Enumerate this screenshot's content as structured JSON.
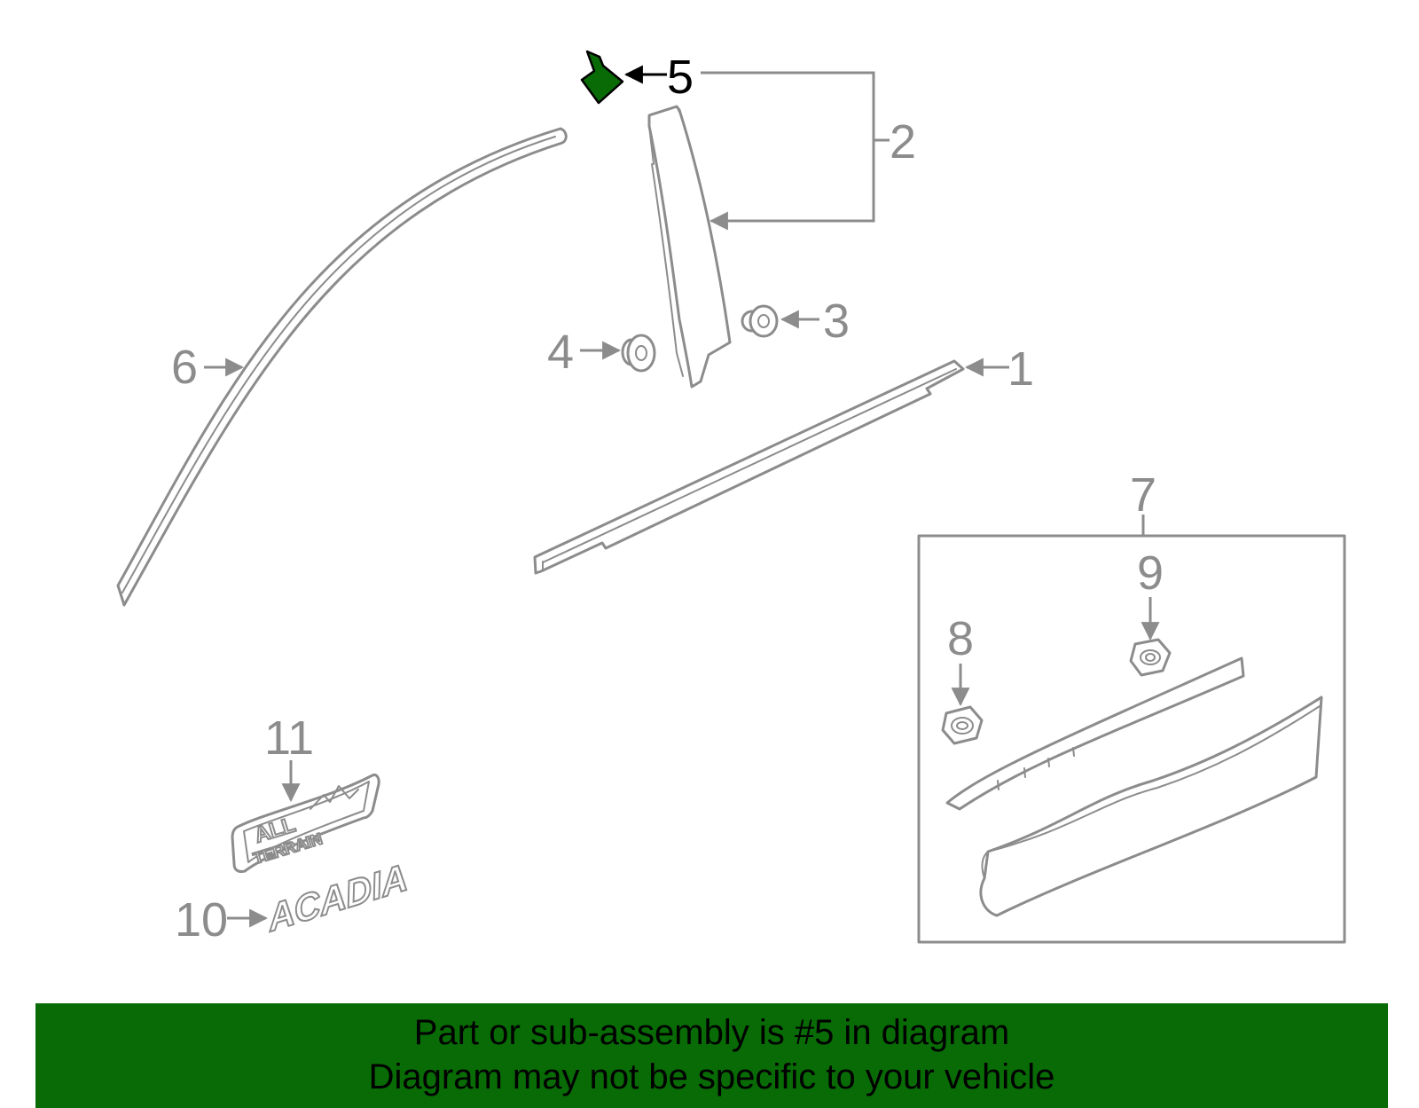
{
  "colors": {
    "highlight_fill": "#086b05",
    "part_stroke": "#8c8c8c",
    "highlight_text": "#000000",
    "banner_background": "#086b05"
  },
  "callouts": {
    "c1": "1",
    "c2": "2",
    "c3": "3",
    "c4": "4",
    "c5": "5",
    "c6": "6",
    "c7": "7",
    "c8": "8",
    "c9": "9",
    "c10": "10",
    "c11": "11"
  },
  "highlighted_part": "5",
  "emblems": {
    "all_terrain_top": "ALL",
    "all_terrain_bottom": "TERRAIN",
    "acadia": "ACADIA"
  },
  "footer": {
    "line1": "Part or sub-assembly is #5 in diagram",
    "line2": "Diagram may not be specific to your vehicle"
  }
}
